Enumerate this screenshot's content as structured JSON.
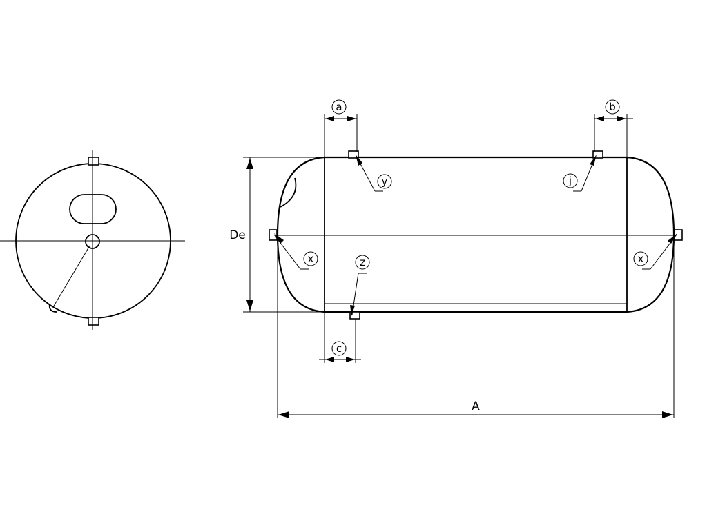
{
  "dimensions": {
    "diameter_label": "De",
    "length_label": "A",
    "offset_a_label": "a",
    "offset_b_label": "b",
    "offset_c_label": "c"
  },
  "connections": {
    "top_left_label": "y",
    "top_right_label": "j",
    "bottom_label": "z",
    "left_end_label": "x",
    "right_end_label": "x"
  }
}
